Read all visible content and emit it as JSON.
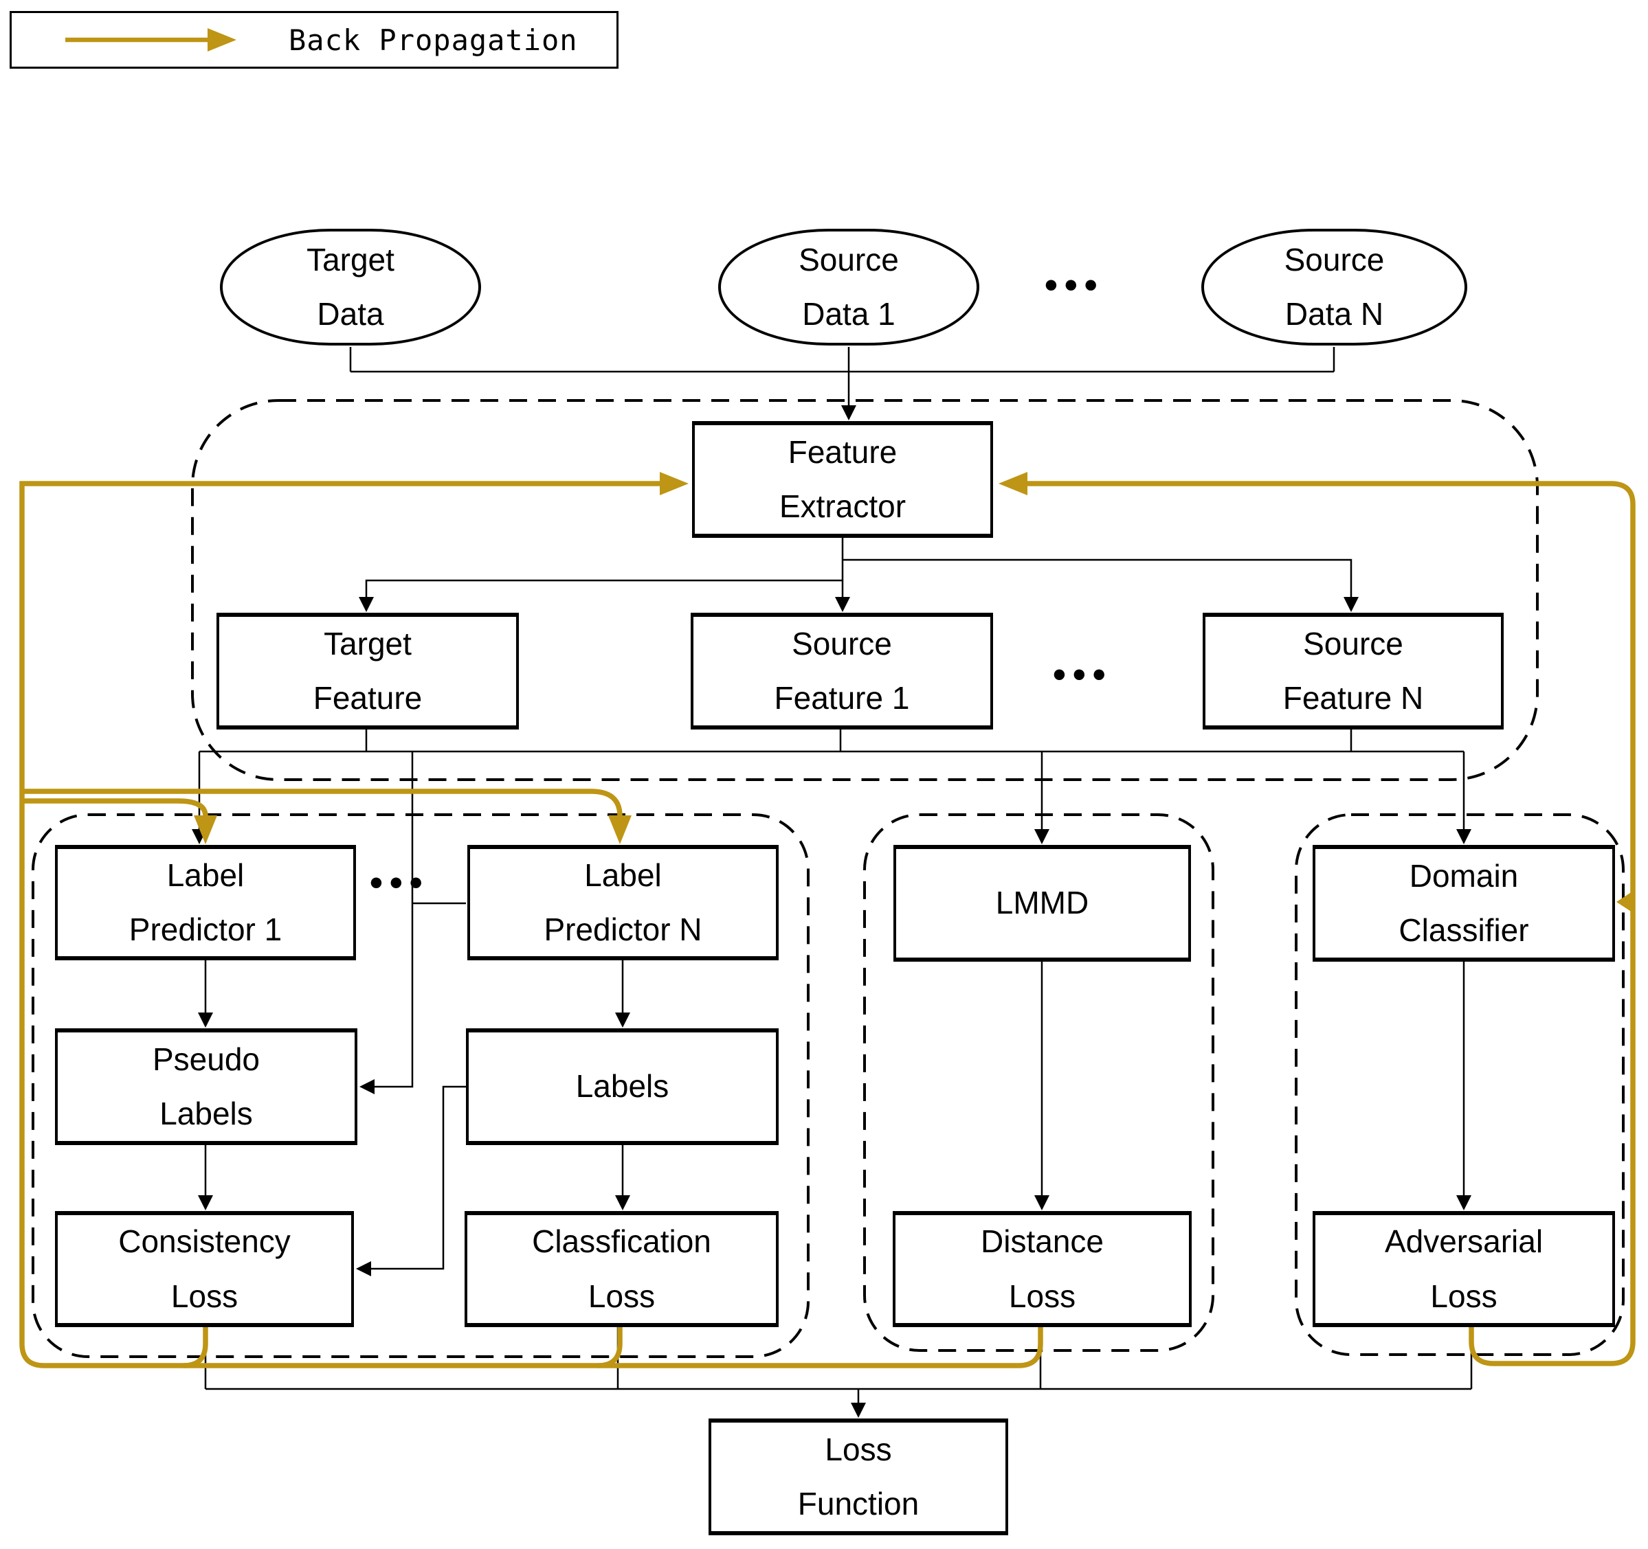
{
  "legend": {
    "label": "Back Propagation"
  },
  "colors": {
    "backprop": "#BE9514",
    "line": "#000000"
  },
  "ellipsis": "•••",
  "nodes": {
    "target_data": {
      "line1": "Target",
      "line2": "Data"
    },
    "source_data_1": {
      "line1": "Source",
      "line2": "Data 1"
    },
    "source_data_n": {
      "line1": "Source",
      "line2": "Data N"
    },
    "feature_extractor": {
      "line1": "Feature",
      "line2": "Extractor"
    },
    "target_feature": {
      "line1": "Target",
      "line2": "Feature"
    },
    "source_feature_1": {
      "line1": "Source",
      "line2": "Feature 1"
    },
    "source_feature_n": {
      "line1": "Source",
      "line2": "Feature N"
    },
    "label_predictor_1": {
      "line1": "Label",
      "line2": "Predictor 1"
    },
    "label_predictor_n": {
      "line1": "Label",
      "line2": "Predictor N"
    },
    "lmmd": {
      "line1": "LMMD"
    },
    "domain_classifier": {
      "line1": "Domain",
      "line2": "Classifier"
    },
    "pseudo_labels": {
      "line1": "Pseudo",
      "line2": "Labels"
    },
    "labels": {
      "line1": "Labels"
    },
    "consistency_loss": {
      "line1": "Consistency",
      "line2": "Loss"
    },
    "classfication_loss": {
      "line1": "Classfication",
      "line2": "Loss"
    },
    "distance_loss": {
      "line1": "Distance",
      "line2": "Loss"
    },
    "adversarial_loss": {
      "line1": "Adversarial",
      "line2": "Loss"
    },
    "loss_function": {
      "line1": "Loss",
      "line2": "Function"
    }
  }
}
